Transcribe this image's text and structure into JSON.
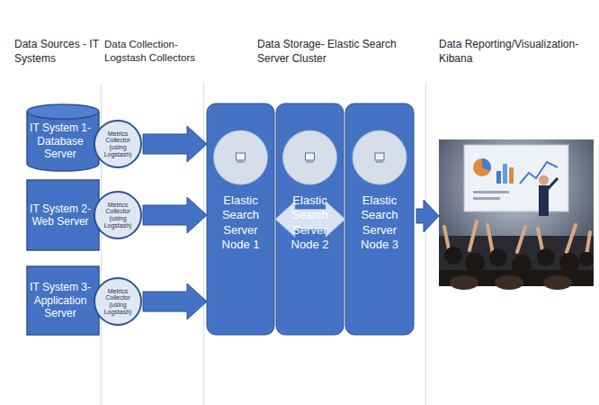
{
  "diagram": {
    "nodes": [
      {
        "text": [
          "IT System 1- Database Server"
        ]
      },
      {
        "text": [
          "Metrics Collector (using Logstash)"
        ]
      },
      {
        "text": [
          "IT System 2- Web Server"
        ]
      },
      {
        "text": [
          "Metrics Collector (using Logstash)"
        ]
      },
      {
        "text": [
          "IT System 3- Application Server"
        ]
      },
      {
        "text": [
          "Metrics Collector (using Logstash)"
        ]
      },
      {
        "text": [
          "Elastic Search Server Node 1"
        ]
      },
      {
        "text": [
          "Elastic Search Server Node 2"
        ]
      },
      {
        "text": [
          "Elastic Search Server Node 3"
        ]
      }
    ],
    "edges": [
      {
        "from": 1,
        "to": 6,
        "arrow": "to"
      },
      {
        "from": 3,
        "to": 6,
        "arrow": "to"
      },
      {
        "from": 5,
        "to": 6,
        "arrow": "to"
      },
      {
        "from": 6,
        "to": 8,
        "arrow": "both"
      }
    ],
    "labels": [
      "Data Sources - IT Systems",
      "Data Collection- Logstash Collectors",
      "Data Storage- Elastic Search Server Cluster",
      "Data Reporting/Visualization- Kibana"
    ]
  }
}
